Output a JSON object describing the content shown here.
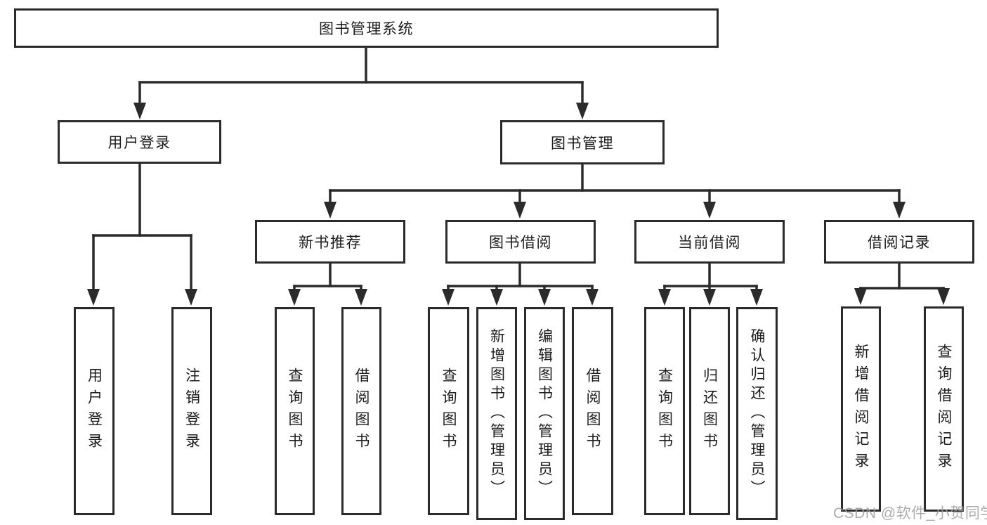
{
  "diagram": {
    "type": "tree",
    "tree": {
      "label": "图书管理系统",
      "children": [
        {
          "label": "用户登录",
          "children": [
            {
              "label": "用户登录"
            },
            {
              "label": "注销登录"
            }
          ]
        },
        {
          "label": "图书管理",
          "children": [
            {
              "label": "新书推荐",
              "children": [
                {
                  "label": "查询图书"
                },
                {
                  "label": "借阅图书"
                }
              ]
            },
            {
              "label": "图书借阅",
              "children": [
                {
                  "label": "查询图书"
                },
                {
                  "label": "新增图书（管理员）"
                },
                {
                  "label": "编辑图书（管理员）"
                },
                {
                  "label": "借阅图书"
                }
              ]
            },
            {
              "label": "当前借阅",
              "children": [
                {
                  "label": "查询图书"
                },
                {
                  "label": "归还图书"
                },
                {
                  "label": "确认归还（管理员）"
                }
              ]
            },
            {
              "label": "借阅记录",
              "children": [
                {
                  "label": "新增借阅记录"
                },
                {
                  "label": "查询借阅记录"
                }
              ]
            }
          ]
        }
      ]
    },
    "colors": {
      "line": "#2b2b2b",
      "text": "#1c1c1c",
      "background": "#ffffff",
      "watermark": "#9e9e9e"
    }
  },
  "watermark": {
    "text": "CSDN @软件_小贺同学"
  }
}
